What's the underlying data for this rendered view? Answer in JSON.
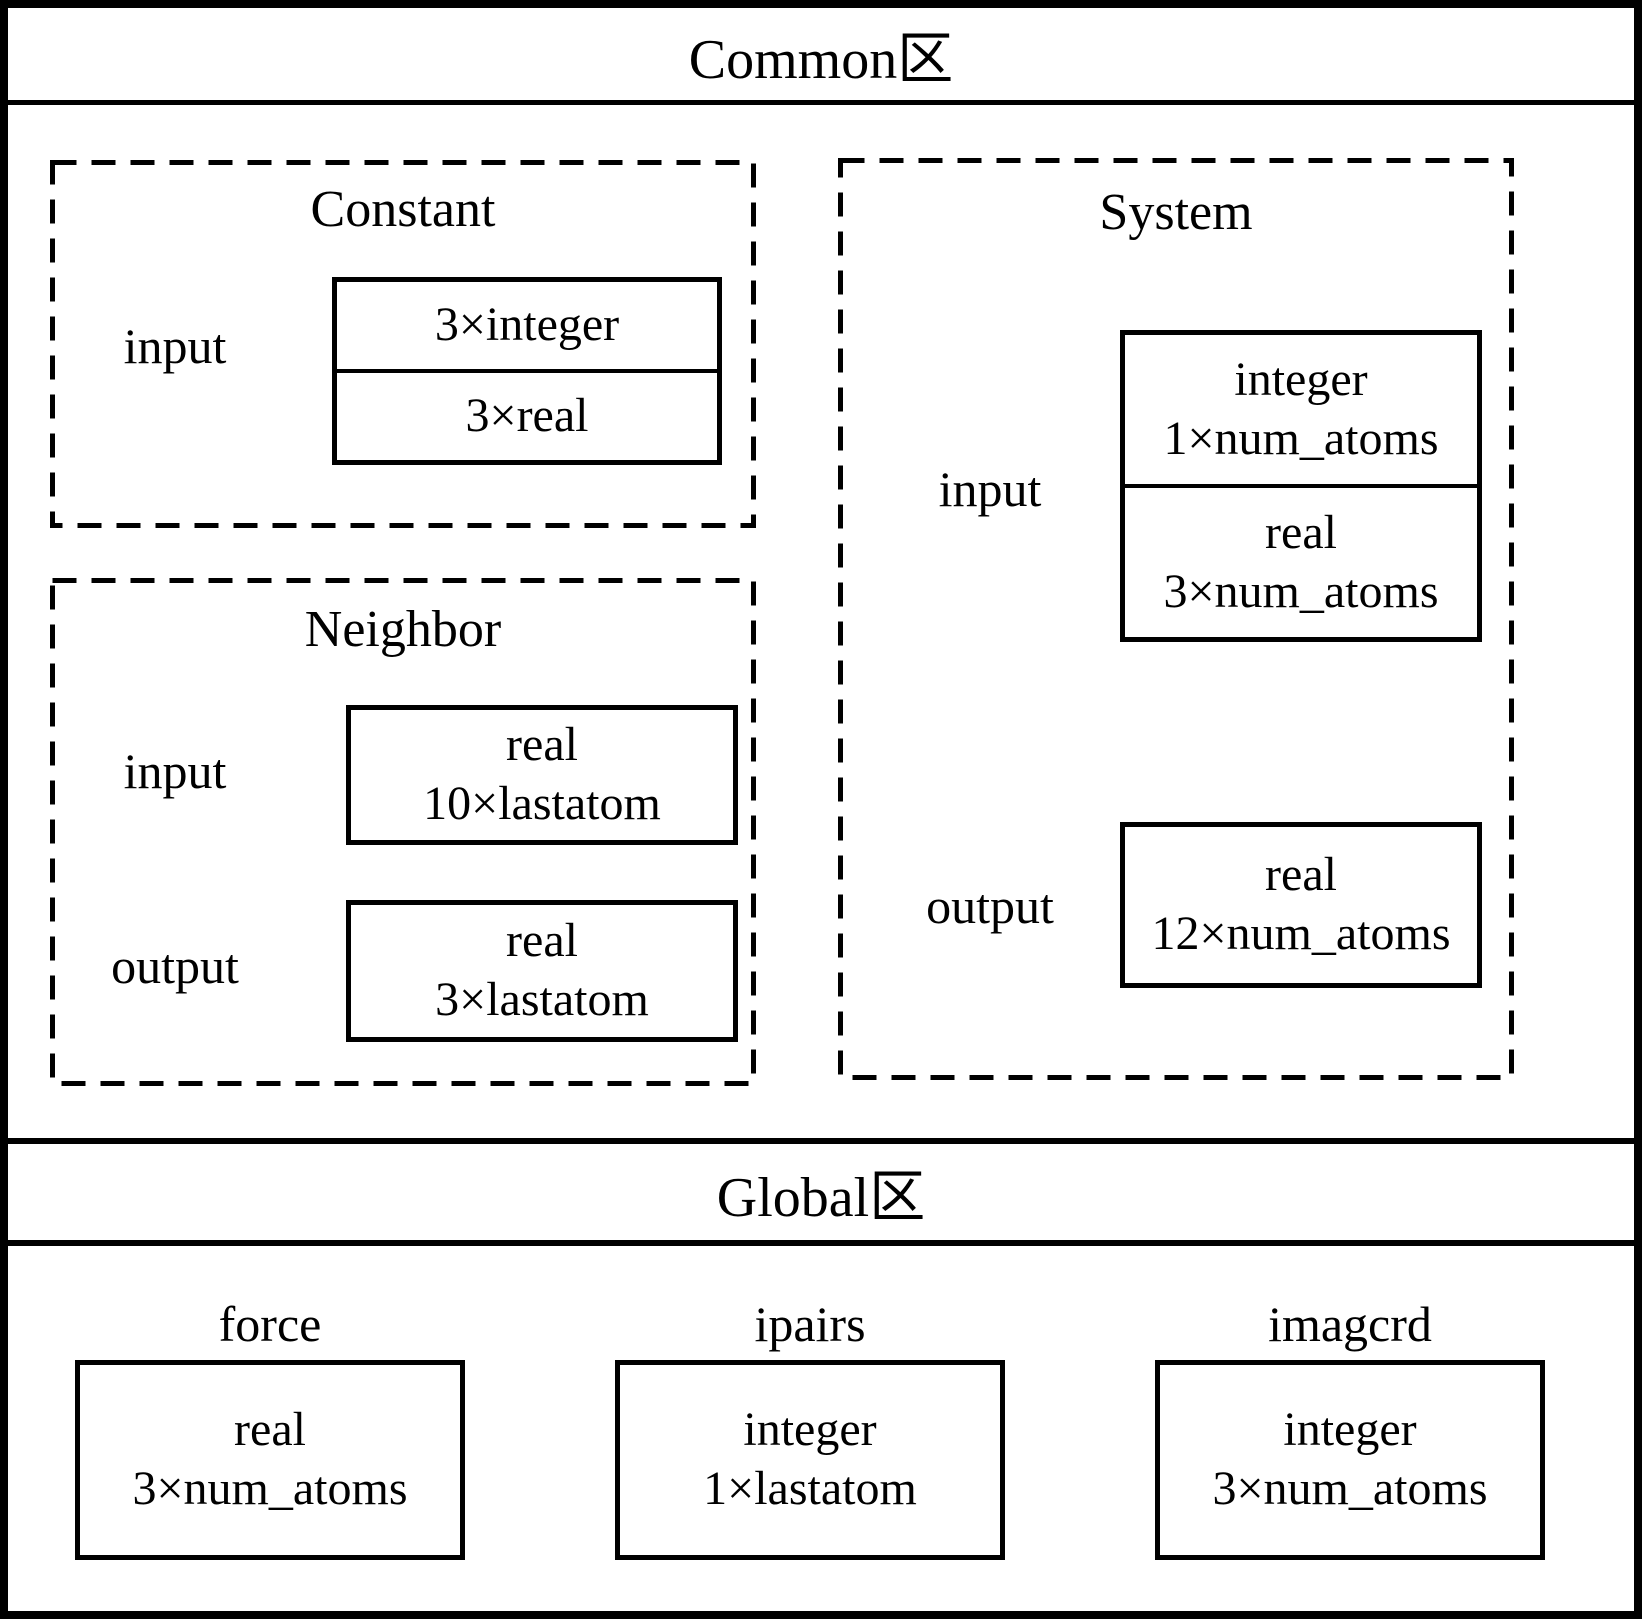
{
  "common": {
    "title": "Common区",
    "constant": {
      "title": "Constant",
      "input_label": "input",
      "rows": [
        "3×integer",
        "3×real"
      ]
    },
    "neighbor": {
      "title": "Neighbor",
      "input_label": "input",
      "input_box": {
        "line1": "real",
        "line2": "10×lastatom"
      },
      "output_label": "output",
      "output_box": {
        "line1": "real",
        "line2": "3×lastatom"
      }
    },
    "system": {
      "title": "System",
      "input_label": "input",
      "input_rows": [
        {
          "line1": "integer",
          "line2": "1×num_atoms"
        },
        {
          "line1": "real",
          "line2": "3×num_atoms"
        }
      ],
      "output_label": "output",
      "output_box": {
        "line1": "real",
        "line2": "12×num_atoms"
      }
    }
  },
  "global": {
    "title": "Global区",
    "items": [
      {
        "label": "force",
        "line1": "real",
        "line2": "3×num_atoms"
      },
      {
        "label": "ipairs",
        "line1": "integer",
        "line2": "1×lastatom"
      },
      {
        "label": "imagcrd",
        "line1": "integer",
        "line2": "3×num_atoms"
      }
    ]
  }
}
